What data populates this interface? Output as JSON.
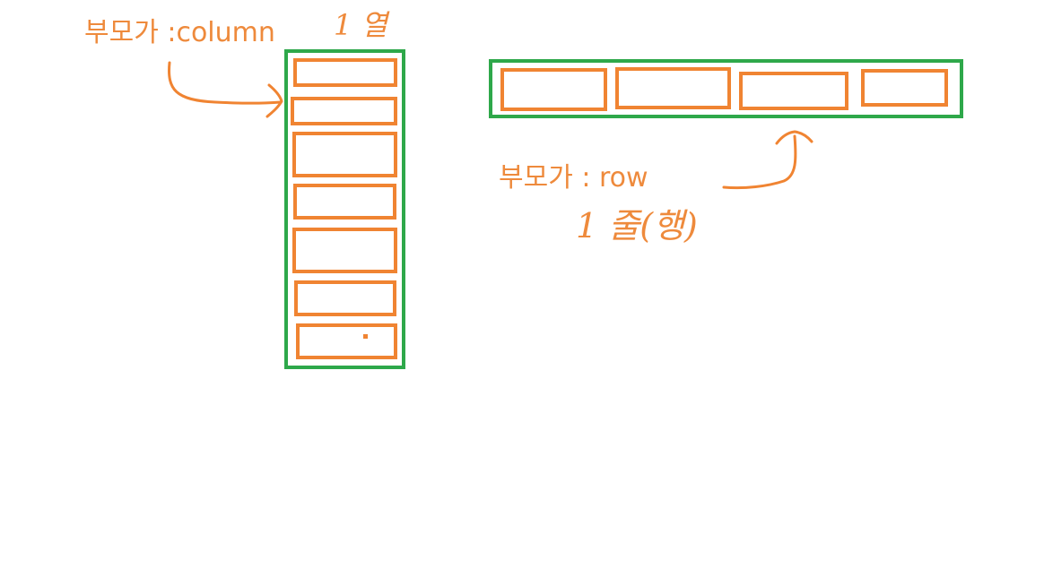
{
  "column_diagram": {
    "label": "부모가 :column",
    "note": "1 열",
    "child_count": 7
  },
  "row_diagram": {
    "label": "부모가 : row",
    "note": "1 줄(행)",
    "child_count": 4
  },
  "colors": {
    "container_stroke": "#2ea84a",
    "child_stroke": "#f08432",
    "text": "#ee8a3c",
    "background": "#ffffff"
  }
}
